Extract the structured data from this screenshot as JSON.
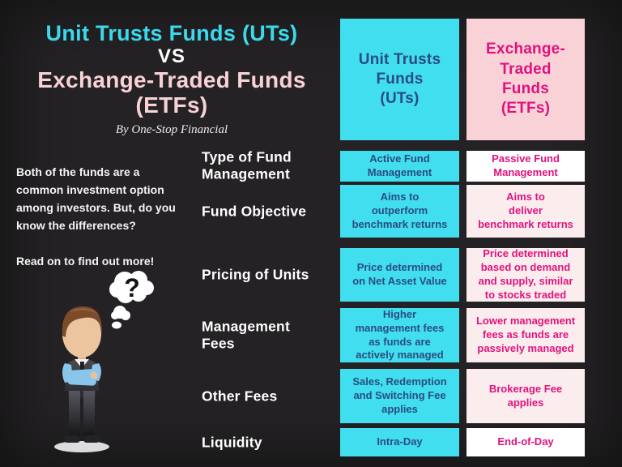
{
  "palette": {
    "background": "#242224",
    "cyan_box": "#41DEEF",
    "cyan_title": "#3BD9EC",
    "dark_blue_text": "#2A4C80",
    "pink_header_box": "#F9D2D7",
    "pink_title": "#F8D2D6",
    "magenta_text": "#E0127E",
    "light_pink_cell": "#FBEDED",
    "white": "#FFFFFF"
  },
  "title": {
    "line1": "Unit Trusts Funds (UTs)",
    "vs": "VS",
    "line2": "Exchange-Traded Funds\n(ETFs)",
    "byline": "By One-Stop Financial"
  },
  "intro": {
    "paragraph1": "Both of the funds are a\ncommon investment option\namong investors. But, do you\nknow the differences?",
    "paragraph2": "Read on to find out more!"
  },
  "illustration": {
    "question_mark": "?"
  },
  "table": {
    "columns": [
      {
        "id": "ut",
        "header": "Unit Trusts\nFunds\n(UTs)"
      },
      {
        "id": "etf",
        "header": "Exchange-\nTraded\nFunds\n(ETFs)"
      }
    ],
    "rows": [
      {
        "label": "Type of Fund\nManagement",
        "ut": "Active Fund\nManagement",
        "etf": "Passive Fund\nManagement",
        "etf_bg": "#FFFFFF"
      },
      {
        "label": "Fund Objective",
        "ut": "Aims to\noutperform\nbenchmark returns",
        "etf": "Aims to\ndeliver\nbenchmark returns",
        "etf_bg": "#FBEDED"
      },
      {
        "label": "Pricing of Units",
        "ut": "Price determined\non Net Asset Value",
        "etf": "Price determined\nbased on demand\nand supply, similar\nto stocks traded",
        "etf_bg": "#FBEDED"
      },
      {
        "label": "Management\nFees",
        "ut": "Higher\nmanagement fees\nas funds are\nactively managed",
        "etf": "Lower management\nfees as funds are\npassively managed",
        "etf_bg": "#FBEDED"
      },
      {
        "label": "Other Fees",
        "ut": "Sales, Redemption\nand Switching Fee\napplies",
        "etf": "Brokerage Fee\napplies",
        "etf_bg": "#FBEDED"
      },
      {
        "label": "Liquidity",
        "ut": "Intra-Day",
        "etf": "End-of-Day",
        "etf_bg": "#FFFFFF"
      }
    ]
  }
}
